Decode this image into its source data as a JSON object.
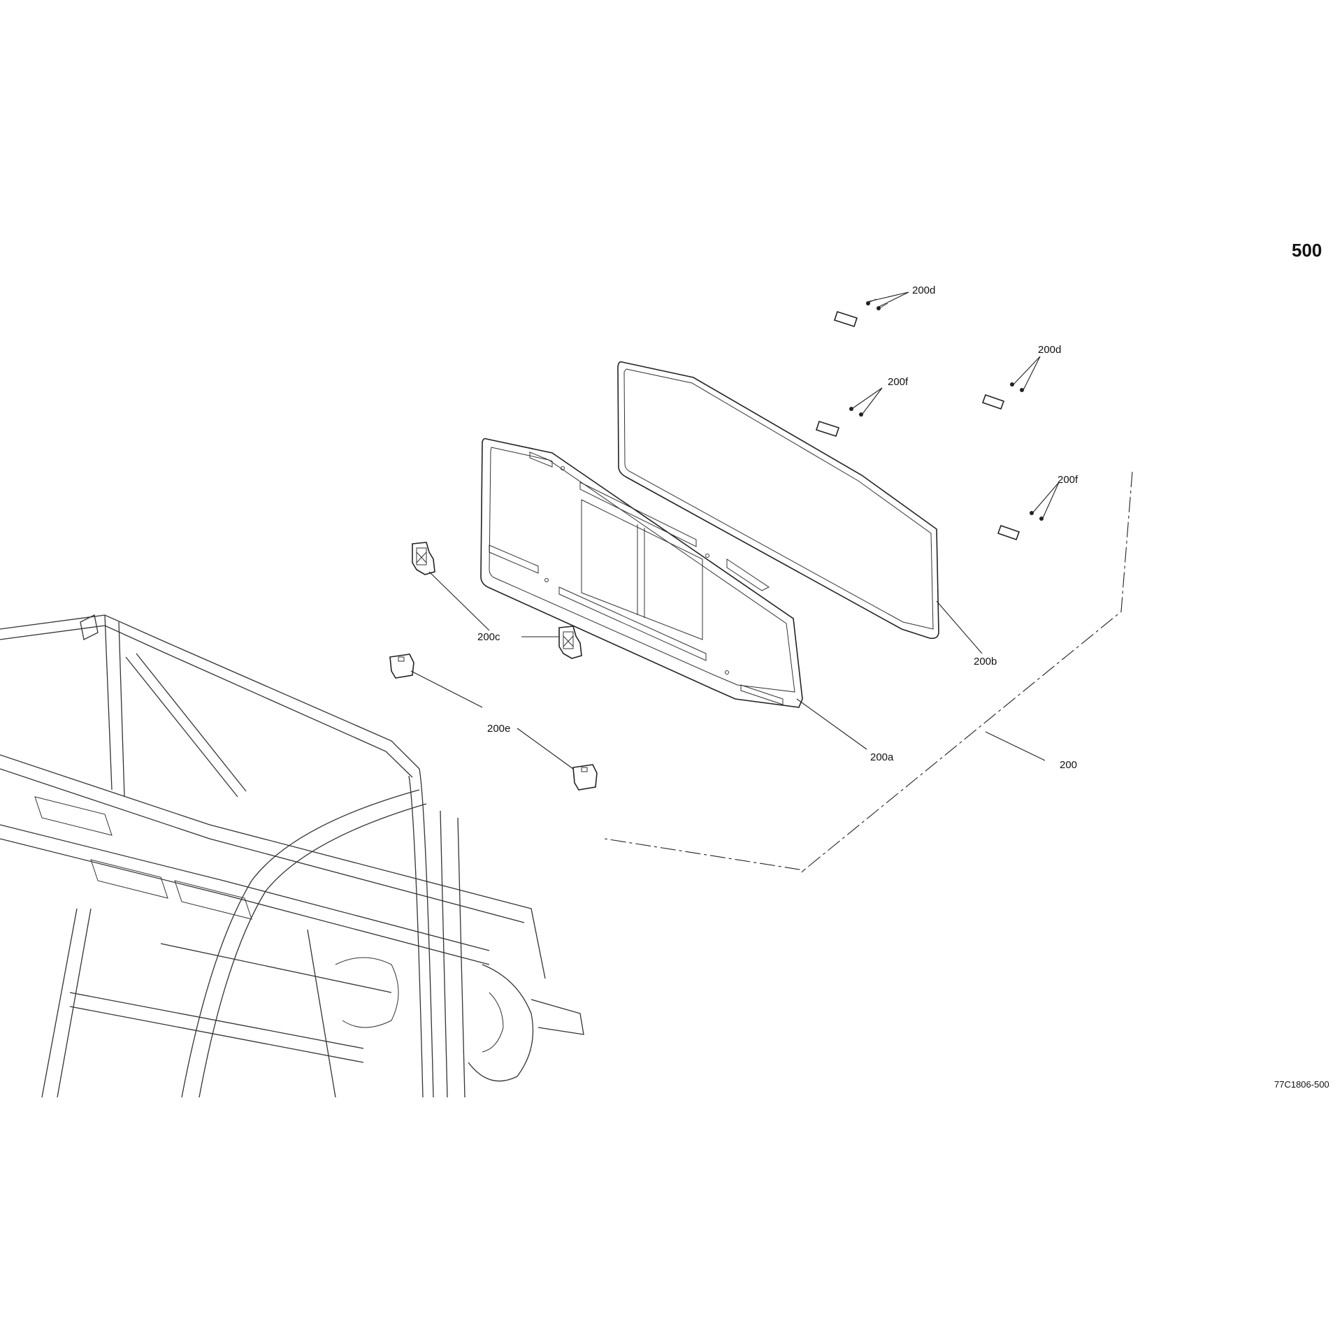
{
  "diagram": {
    "page_number": "500",
    "reference_code": "77C1806-500",
    "callouts": {
      "c200": "200",
      "c200a": "200a",
      "c200b": "200b",
      "c200c": "200c",
      "c200d_upper": "200d",
      "c200d_right": "200d",
      "c200e": "200e",
      "c200f_mid": "200f",
      "c200f_lower": "200f"
    }
  }
}
